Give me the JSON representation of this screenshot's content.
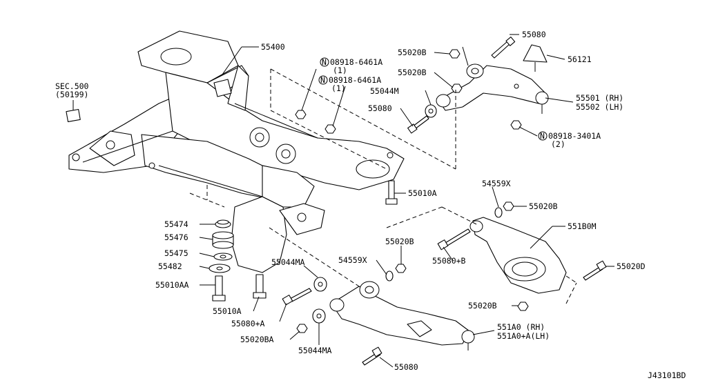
{
  "diagram_id": "J43101BD",
  "section_ref": {
    "line1": "SEC.500",
    "line2": "(50199)"
  },
  "callouts": {
    "c55400": "55400",
    "c55080_top": "55080",
    "c56121": "56121",
    "c55020B_1": "55020B",
    "c55020B_2": "55020B",
    "c08918_6461A_1": "08918-6461A",
    "c08918_6461A_1_qty": "(1)",
    "c08918_6461A_2": "08918-6461A",
    "c08918_6461A_2_qty": "(1)",
    "c55044M": "55044M",
    "c55080_mid": "55080",
    "c55501": "55501 (RH)",
    "c55502": "55502 (LH)",
    "c08918_3401A": "08918-3401A",
    "c08918_3401A_qty": "(2)",
    "c55010A_right": "55010A",
    "c54559X_right": "54559X",
    "c55020B_3": "55020B",
    "c551B0M": "551B0M",
    "c55474": "55474",
    "c55476": "55476",
    "c55475": "55475",
    "c55482": "55482",
    "c55010AA": "55010AA",
    "c55010A_left": "55010A",
    "c55020B_4": "55020B",
    "c54559X_mid": "54559X",
    "c55044MA_1": "55044MA",
    "c55080A_B": "55080+B",
    "c55020D": "55020D",
    "c55080A_A": "55080+A",
    "c55020BA": "55020BA",
    "c55044MA_2": "55044MA",
    "c55020B_5": "55020B",
    "c551A0": "551A0 (RH)",
    "c551A0A": "551A0+A(LH)",
    "c55080_bot": "55080"
  },
  "nut_marker": "N"
}
